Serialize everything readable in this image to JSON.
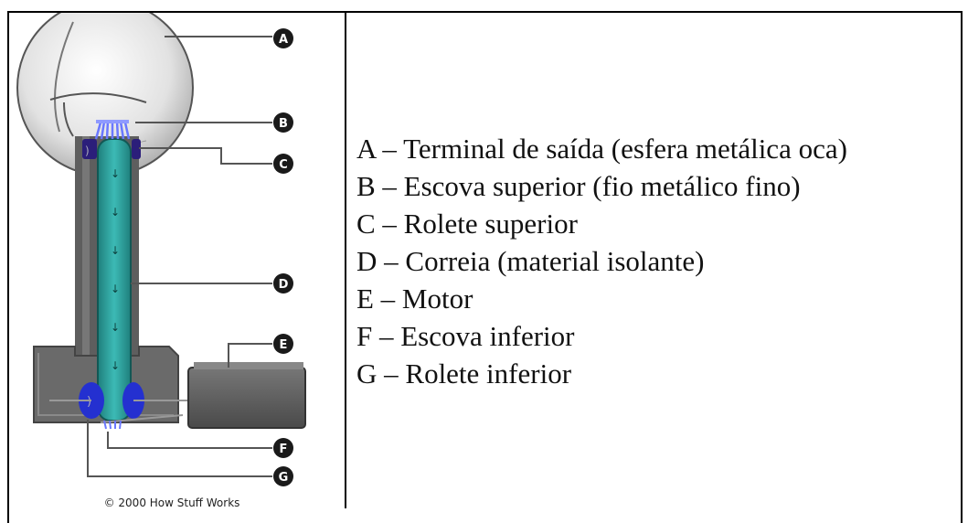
{
  "diagram": {
    "badges": [
      "A",
      "B",
      "C",
      "D",
      "E",
      "F",
      "G"
    ],
    "credit": "© 2000 How Stuff Works",
    "colors": {
      "belt": "#2fa4a0",
      "column": "#5a5a5a",
      "sphere": "#e6e6e6",
      "roller": "#2430d0",
      "brush": "#6a78ff",
      "motor": "#555555",
      "badge": "#1a1a1a"
    }
  },
  "legend": [
    "A – Terminal de saída (esfera metálica oca)",
    "B – Escova superior (fio metálico fino)",
    "C – Rolete superior",
    "D – Correia (material isolante)",
    "E – Motor",
    "F – Escova inferior",
    "G – Rolete inferior"
  ]
}
